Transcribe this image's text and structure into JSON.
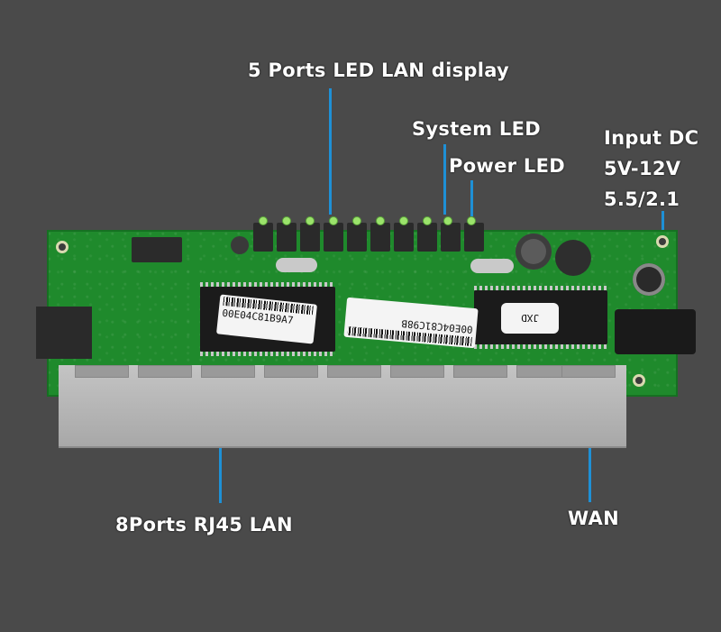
{
  "labels": {
    "led_lan_display": "5 Ports LED LAN display",
    "system_led": "System LED",
    "power_led": "Power LED",
    "input_dc_line1": "Input DC",
    "input_dc_line2": "5V-12V",
    "input_dc_line3": "5.5/2.1",
    "lan_ports": "8Ports RJ45 LAN",
    "wan": "WAN"
  },
  "stickers": {
    "left_mac": "00E04C81B9A7",
    "right_mac": "00E04C81C98B"
  },
  "chip_marking": "JXD",
  "colors": {
    "background": "#4a4a4a",
    "pcb_green": "#1f8a2c",
    "pointer_blue": "#1e90d6",
    "led_green": "#9be36b",
    "label_text": "#ffffff"
  }
}
